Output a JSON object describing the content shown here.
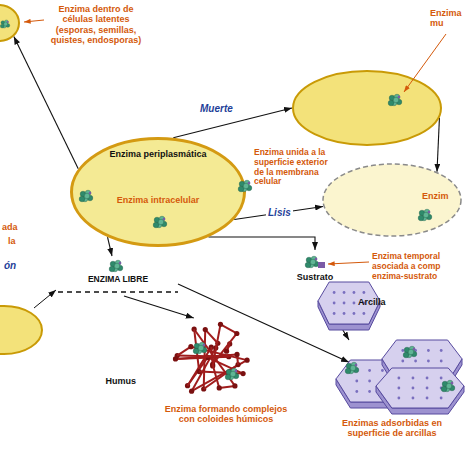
{
  "diagram": {
    "nodes": [
      {
        "text": [
          "Enzima dentro de células latentes (esporas, semillas, quistes, endosporas)"
        ]
      },
      {
        "text": [
          "Enzima periplasmática"
        ]
      },
      {
        "text": [
          "Enzima intracelular"
        ],
        "in": 1
      },
      {
        "text": [
          "Enzima mu"
        ]
      },
      {
        "text": [
          "Enzim"
        ]
      },
      {
        "text": [
          "ENZIMA LIBRE"
        ]
      },
      {
        "text": [
          "Sustrato"
        ]
      },
      {
        "text": [
          "Arcilla"
        ]
      },
      {
        "text": [
          "Enzimas adsorbidas en superficie de arcillas"
        ]
      },
      {
        "text": [
          "Humus",
          "Enzima formando complejos con coloides húmicos"
        ]
      }
    ],
    "edges": [
      {
        "from": 1,
        "to": 0,
        "arrow": "to"
      },
      {
        "from": 1,
        "to": 3,
        "label": "Muerte",
        "arrow": "to"
      },
      {
        "from": 1,
        "to": 4,
        "label": "Lisis",
        "arrow": "to"
      },
      {
        "from": 3,
        "to": 4,
        "arrow": "to"
      },
      {
        "from": 1,
        "to": 6,
        "arrow": "to"
      },
      {
        "from": 1,
        "to": 5,
        "arrow": "to"
      },
      {
        "from": 5,
        "to": 9,
        "arrow": "to"
      },
      {
        "from": 5,
        "to": 8,
        "arrow": "to"
      },
      {
        "from": 7,
        "to": 8,
        "arrow": "to"
      }
    ],
    "labels": [
      "Enzima unida a la superficie exterior de la membrana celular",
      "ada",
      "la",
      "ón",
      "Enzima temporal asociada a comp enzima-sustrato"
    ]
  }
}
